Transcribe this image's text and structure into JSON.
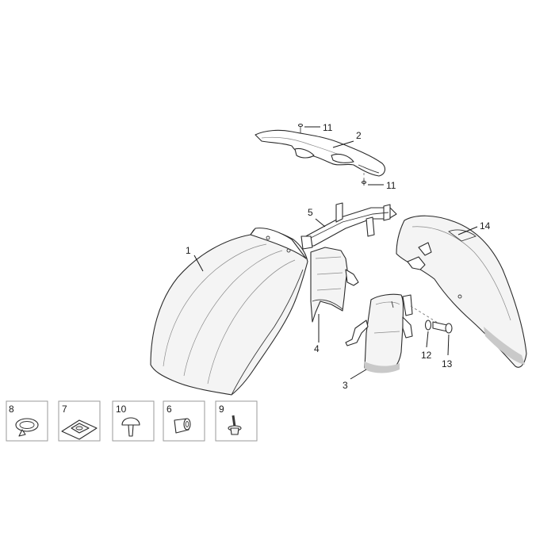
{
  "callouts": [
    {
      "id": "c1",
      "label": "1"
    },
    {
      "id": "c2",
      "label": "2"
    },
    {
      "id": "c3",
      "label": "3"
    },
    {
      "id": "c4",
      "label": "4"
    },
    {
      "id": "c5",
      "label": "5"
    },
    {
      "id": "c11a",
      "label": "11"
    },
    {
      "id": "c11b",
      "label": "11"
    },
    {
      "id": "c12",
      "label": "12"
    },
    {
      "id": "c13",
      "label": "13"
    },
    {
      "id": "c14",
      "label": "14"
    }
  ],
  "hardware_boxes": [
    {
      "label": "8",
      "icon": "spring-clip-icon"
    },
    {
      "label": "7",
      "icon": "clip-nut-icon"
    },
    {
      "label": "10",
      "icon": "push-rivet-icon"
    },
    {
      "label": "6",
      "icon": "grommet-icon"
    },
    {
      "label": "9",
      "icon": "flange-screw-icon"
    }
  ]
}
